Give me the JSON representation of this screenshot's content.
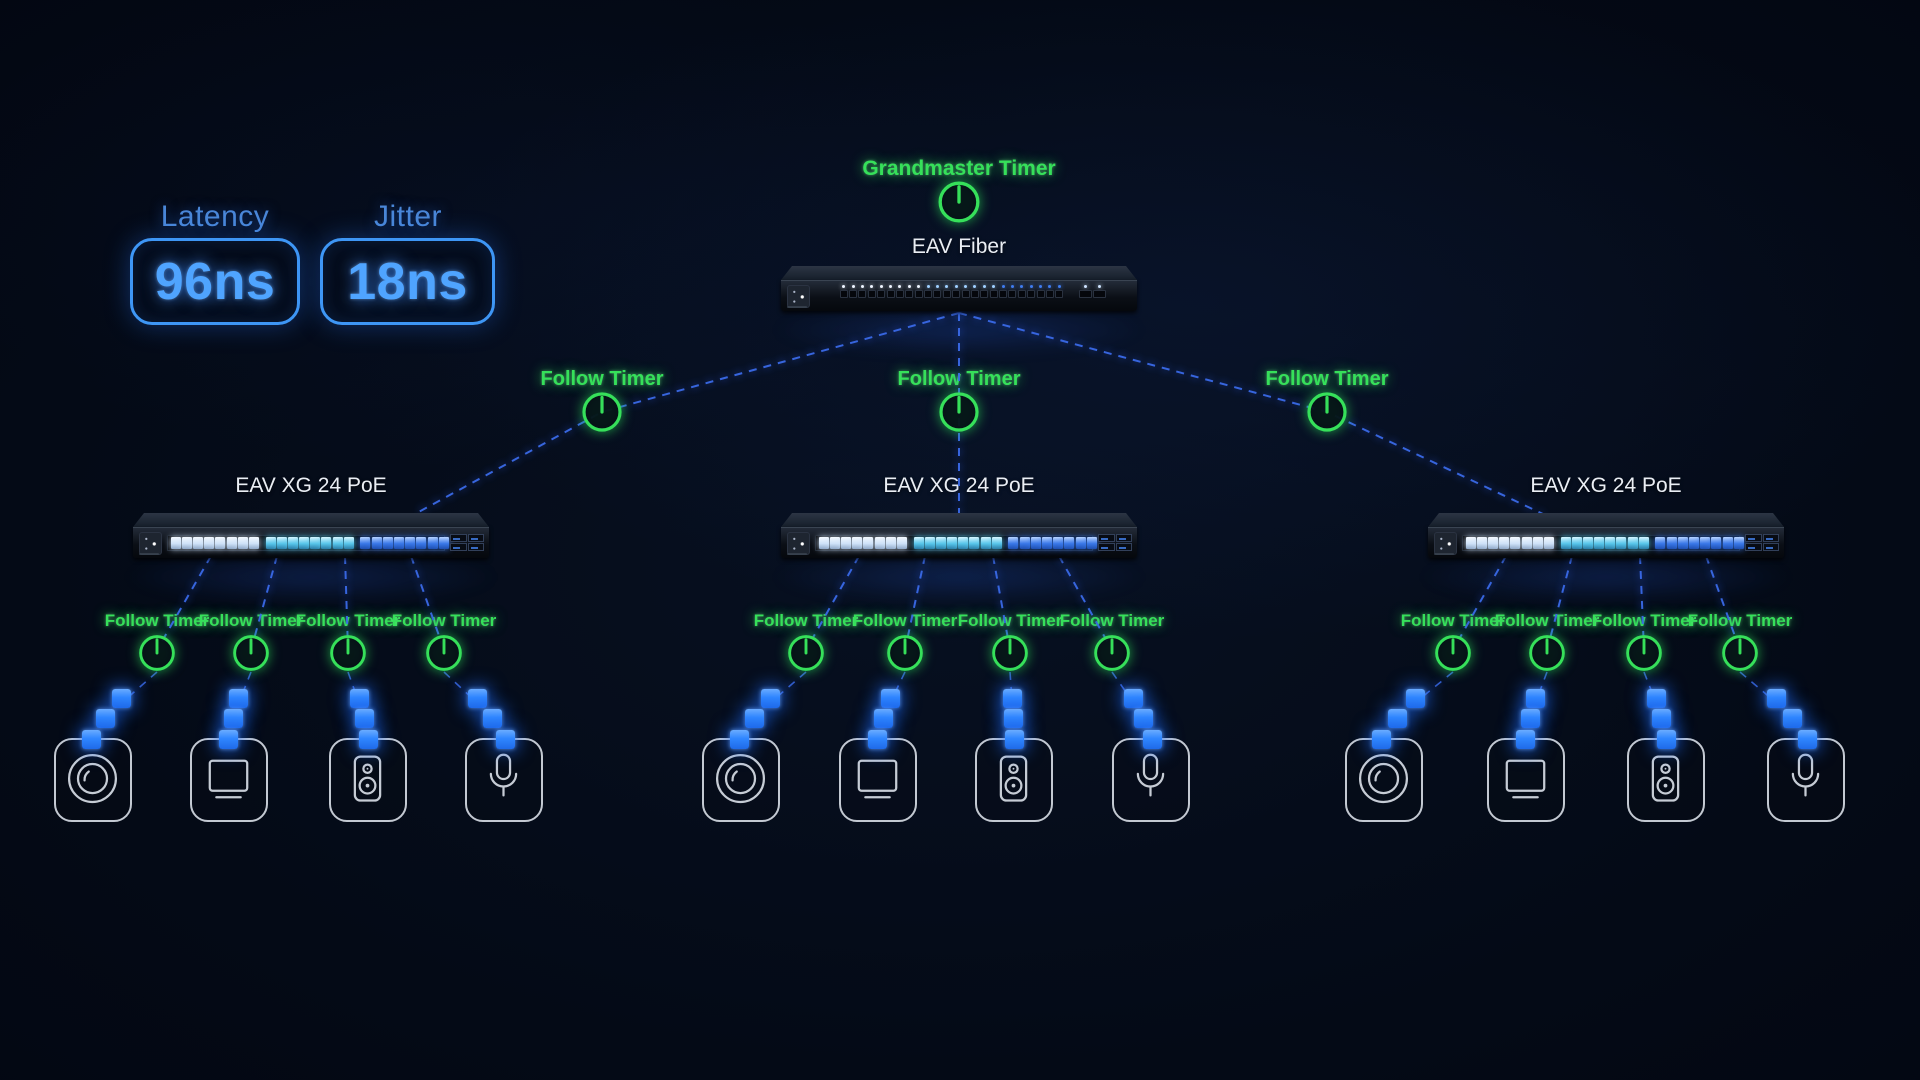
{
  "stats": {
    "latency_label": "Latency",
    "latency_value": "96ns",
    "jitter_label": "Jitter",
    "jitter_value": "18ns"
  },
  "topology": {
    "grandmaster_label": "Grandmaster Timer",
    "core_switch_label": "EAV Fiber",
    "follow_timer_label": "Follow Timer",
    "groups": [
      {
        "switch_label": "EAV XG 24 PoE",
        "devices": [
          "camera",
          "display",
          "speaker",
          "microphone"
        ]
      },
      {
        "switch_label": "EAV XG 24 PoE",
        "devices": [
          "camera",
          "display",
          "speaker",
          "microphone"
        ]
      },
      {
        "switch_label": "EAV XG 24 PoE",
        "devices": [
          "camera",
          "display",
          "speaker",
          "microphone"
        ]
      }
    ]
  },
  "colors": {
    "accent_green": "#36e05a",
    "accent_blue": "#3e96f5",
    "wire_blue": "#3a6ae8",
    "packet_blue": "#2f86ff",
    "port_led_white": "#eef5ff",
    "port_led_cyan": "#58c6ea",
    "port_led_blue": "#3a78e8",
    "device_outline": "#c3c9d2"
  }
}
